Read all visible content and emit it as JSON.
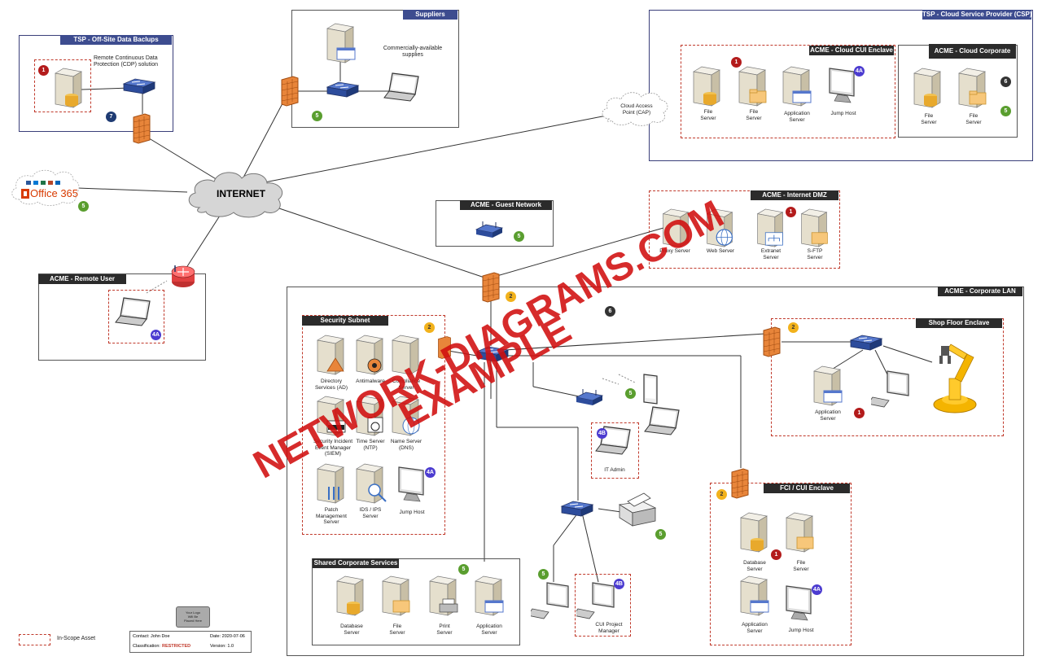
{
  "zones": {
    "tsp_backup": "TSP - Off-Site Data Baclups",
    "suppliers": "Suppliers",
    "csp": "TSP - Cloud Service Provider (CSP)",
    "cui_enclave": "ACME - Cloud CUI Enclave",
    "cloud_corporate": "ACME - Cloud Corporate",
    "guest": "ACME - Guest Network",
    "dmz": "ACME - Internet DMZ",
    "remote_user": "ACME - Remote User",
    "corp_lan": "ACME - Corporate LAN",
    "security_subnet": "Security Subnet",
    "shop_floor": "Shop Floor Enclave",
    "fci_cui": "FCI / CUI Enclave",
    "shared_services": "Shared Corporate Services"
  },
  "notes": {
    "cdp": "Remote Continuous Data\nProtection (CDP) solution",
    "supplies": "Commercially-available\nsupplies",
    "cap": "Cloud Access\nPoint (CAP)",
    "internet": "INTERNET",
    "office365": "Office 365"
  },
  "labels": {
    "cui_file": "File\nServer",
    "cui_file2": "File\nServer",
    "cui_app": "Application\nServer",
    "cui_jump": "Jump Host",
    "cc_file": "File\nServer",
    "cc_file2": "File\nServer",
    "dmz_proxy": "Proxy Server",
    "dmz_web": "Web Server",
    "dmz_extranet": "Extranet\nServer",
    "dmz_sftp": "S-FTP\nServer",
    "sec_ad": "Directory\nServices (AD)",
    "sec_am": "Antimalware",
    "sec_cs": "Compliance\nServer",
    "sec_siem": "Security Incident\nEvent Manager\n(SIEM)",
    "sec_ntp": "Time Server\n(NTP)",
    "sec_dns": "Name Server\n(DNS)",
    "sec_patch": "Patch\nManagement\nServer",
    "sec_ids": "IDS / IPS\nServer",
    "sec_jump": "Jump Host",
    "it_admin": "IT Admin",
    "shop_app": "Application\nServer",
    "fci_db": "Database\nServer",
    "fci_file": "File\nServer",
    "fci_app": "Application\nServer",
    "fci_jump": "Jump Host",
    "shared_db": "Database\nServer",
    "shared_file": "File\nServer",
    "shared_print": "Print\nServer",
    "shared_app": "Application\nServer",
    "cui_pm": "CUI Project\nManager"
  },
  "badges": {
    "tsp_1": "1",
    "tsp_7": "7",
    "sup_5": "5",
    "o365_5": "5",
    "cui_1": "1",
    "cui_4a": "4A",
    "cc_6": "6",
    "cc_5": "5",
    "guest_5": "5",
    "dmz_1": "1",
    "fw_2": "2",
    "remote_4a": "4A",
    "lan_6": "6",
    "sec_2": "2",
    "sec_4a": "4A",
    "wifi_5": "5",
    "it_4b": "4B",
    "shop_2": "2",
    "shop_1": "1",
    "fci_2": "2",
    "fci_1": "1",
    "fci_4a": "4A",
    "printer_5": "5",
    "shared_5": "5",
    "ws_5": "5",
    "pm_4b": "4B"
  },
  "legend": {
    "label": "In-Scope Asset"
  },
  "info": {
    "contact": "Contact: John Doe",
    "date": "Date:  2020-07-06",
    "classification_label": "Classification:",
    "classification_value": "RESTRICTED",
    "version": "Version: 1.0",
    "logo": "Your Logo\nWill Be\nPlaced Here"
  },
  "watermark": {
    "line1": "NETWORK-DIAGRAMS.COM",
    "line2": "EXAMPLE"
  },
  "colors": {
    "watermark": "#d10e0e",
    "header_dark": "#2b2b2b",
    "header_blue": "#3d4c8f",
    "scope_dash": "#c0392b"
  }
}
